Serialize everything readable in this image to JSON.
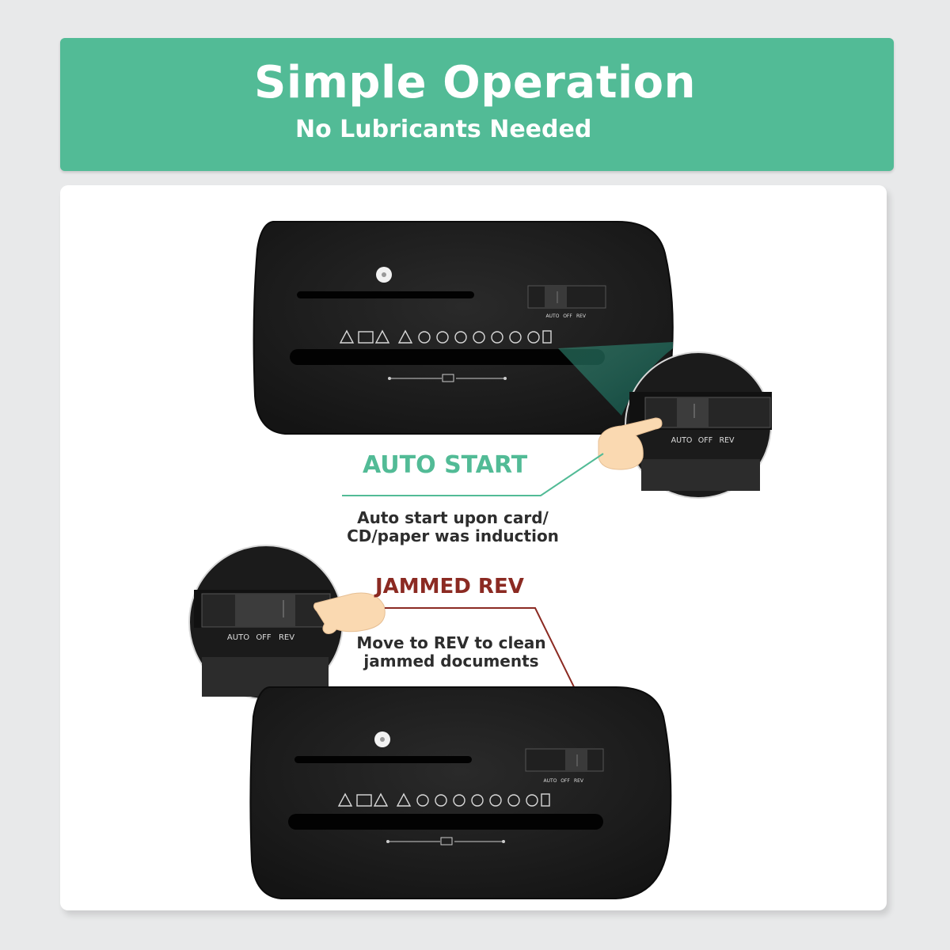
{
  "banner": {
    "title": "Simple Operation",
    "subtitle": "No Lubricants Needed",
    "color": "#52bb96"
  },
  "switch_labels": {
    "auto": "AUTO",
    "off": "OFF",
    "rev": "REV"
  },
  "auto_start": {
    "title": "AUTO START",
    "description_line1": "Auto start upon card/",
    "description_line2": "CD/paper was induction",
    "color": "#52bb96"
  },
  "jammed_rev": {
    "title": "JAMMED REV",
    "description_line1": "Move to REV to clean",
    "description_line2": "jammed  documents",
    "color": "#8b2a22"
  },
  "device_icons": [
    "warning-icon",
    "manual-icon",
    "hot-surface-icon",
    "caution-icon",
    "no-liquid-icon",
    "no-hand-icon",
    "no-tie-icon",
    "no-hair-icon",
    "no-spray-icon",
    "no-staple-icon",
    "no-jewelry-icon",
    "no-child-icon",
    "sheet-capacity-icon"
  ]
}
